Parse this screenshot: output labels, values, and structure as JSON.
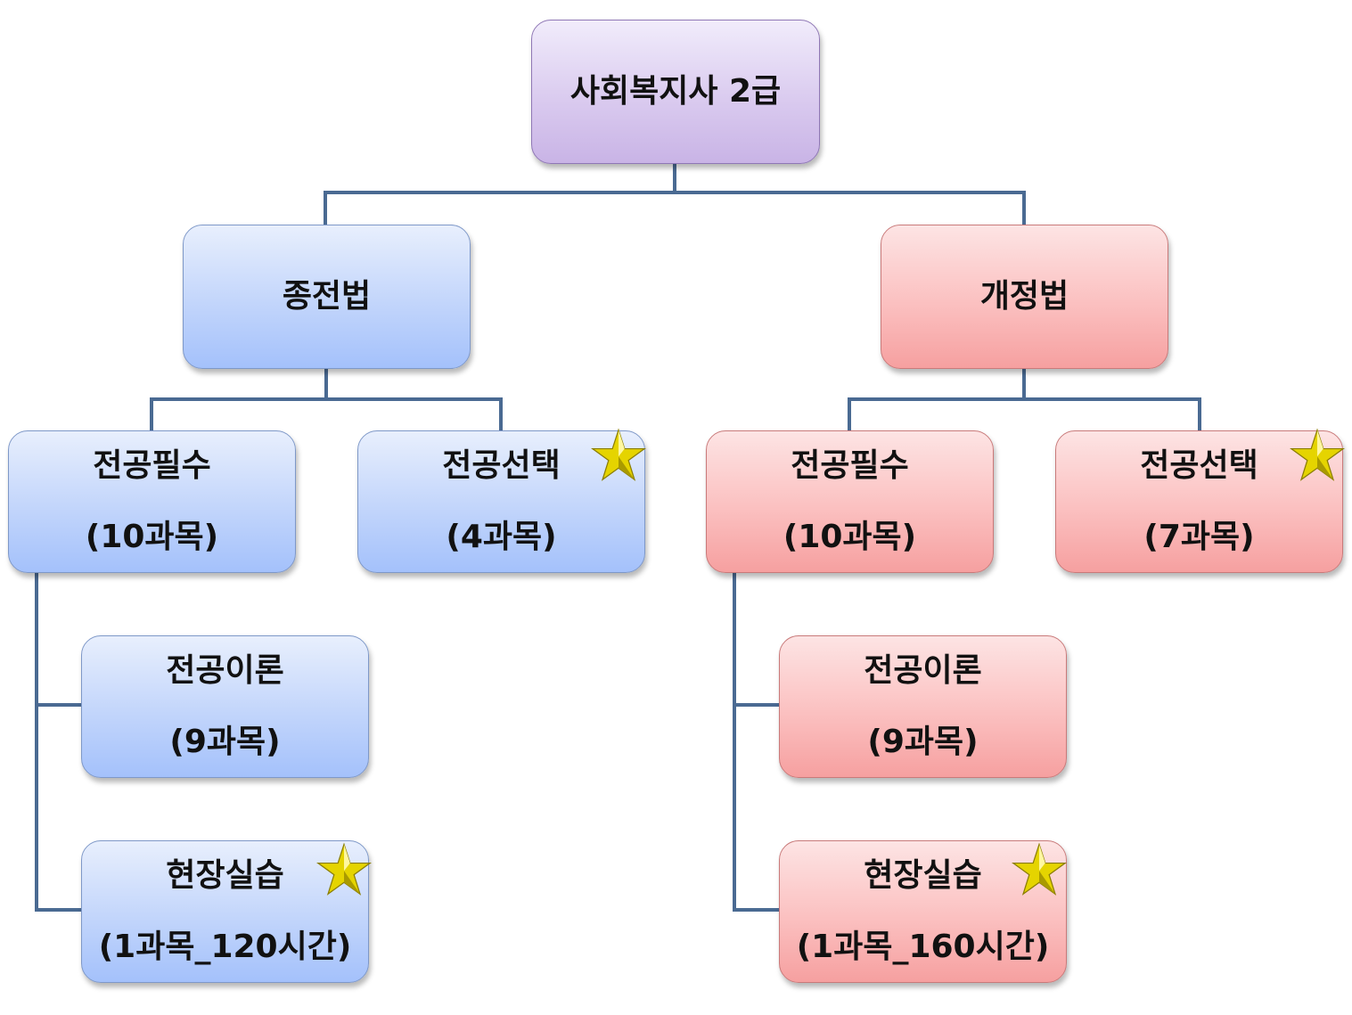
{
  "root": {
    "label": "사회복지사 2급"
  },
  "branches": {
    "old_law": {
      "label": "종전법",
      "major_required": {
        "label": "전공필수",
        "count": "(10과목)"
      },
      "major_elective": {
        "label": "전공선택",
        "count": "(4과목)",
        "starred": true
      },
      "major_theory": {
        "label": "전공이론",
        "count": "(9과목)"
      },
      "field_practice": {
        "label": "현장실습",
        "count": "(1과목_120시간)",
        "starred": true
      }
    },
    "revised_law": {
      "label": "개정법",
      "major_required": {
        "label": "전공필수",
        "count": "(10과목)"
      },
      "major_elective": {
        "label": "전공선택",
        "count": "(7과목)",
        "starred": true
      },
      "major_theory": {
        "label": "전공이론",
        "count": "(9과목)"
      },
      "field_practice": {
        "label": "현장실습",
        "count": "(1과목_160시간)",
        "starred": true
      }
    }
  },
  "colors": {
    "connector": "#4a6a92",
    "old_law_fill": "#b5cdfb",
    "revised_law_fill": "#f9b3b3",
    "root_fill": "#d8c8ee",
    "star": "#e5d400"
  },
  "icons": {
    "star": "star-icon"
  }
}
